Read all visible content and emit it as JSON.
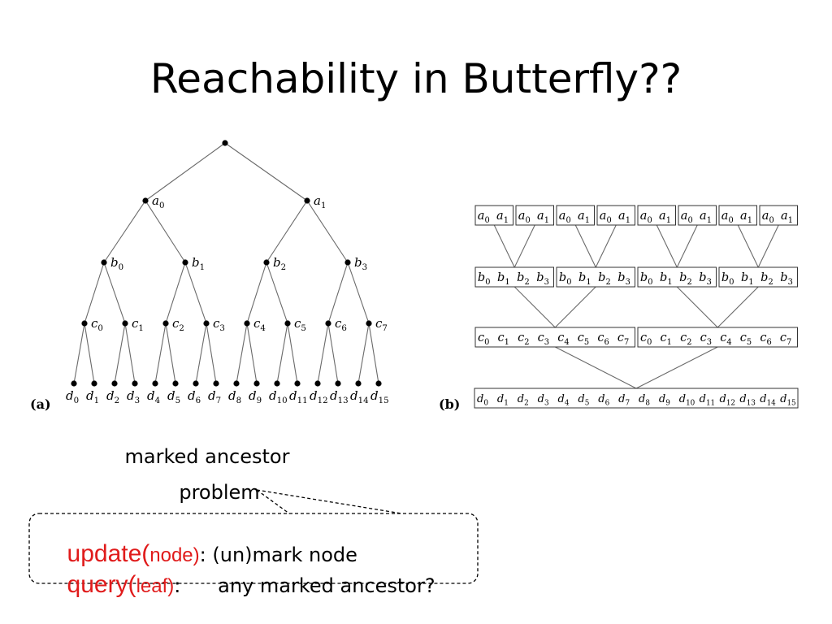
{
  "slide": {
    "title": "Reachability in Butterfly??"
  },
  "tree": {
    "panel_label": "(a)",
    "root": "",
    "level_a": [
      "a0",
      "a1"
    ],
    "level_b": [
      "b0",
      "b1",
      "b2",
      "b3"
    ],
    "level_c": [
      "c0",
      "c1",
      "c2",
      "c3",
      "c4",
      "c5",
      "c6",
      "c7"
    ],
    "level_d": [
      "d0",
      "d1",
      "d2",
      "d3",
      "d4",
      "d5",
      "d6",
      "d7",
      "d8",
      "d9",
      "d10",
      "d11",
      "d12",
      "d13",
      "d14",
      "d15"
    ]
  },
  "blocks": {
    "panel_label": "(b)",
    "row_a": {
      "cells": [
        "a0",
        "a1"
      ],
      "repeat": 8
    },
    "row_b": {
      "cells": [
        "b0",
        "b1",
        "b2",
        "b3"
      ],
      "repeat": 4
    },
    "row_c": {
      "cells": [
        "c0",
        "c1",
        "c2",
        "c3",
        "c4",
        "c5",
        "c6",
        "c7"
      ],
      "repeat": 2
    },
    "row_d": {
      "cells": [
        "d0",
        "d1",
        "d2",
        "d3",
        "d4",
        "d5",
        "d6",
        "d7",
        "d8",
        "d9",
        "d10",
        "d11",
        "d12",
        "d13",
        "d14",
        "d15"
      ],
      "repeat": 1
    }
  },
  "caption": {
    "line1": "marked ancestor",
    "line2": "problem"
  },
  "operations": {
    "update": {
      "name": "update(",
      "arg": "node)",
      "desc": ": (un)mark node"
    },
    "query": {
      "name": "query(",
      "arg": "leaf)",
      "desc": ":      any marked ancestor?"
    }
  }
}
